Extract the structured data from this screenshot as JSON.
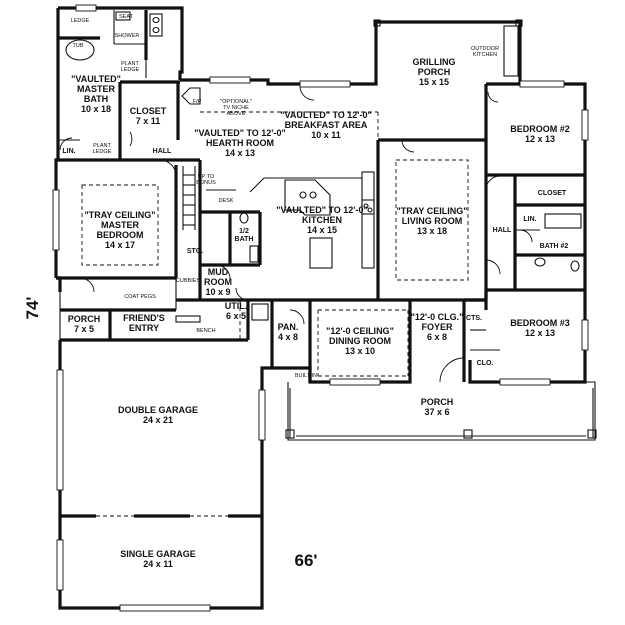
{
  "rooms": [
    {
      "id": "ledge-top",
      "name": "LEDGE",
      "lines": [
        "LEDGE"
      ],
      "cls": "xs"
    },
    {
      "id": "seat",
      "lines": [
        "SEAT"
      ],
      "cls": "xs"
    },
    {
      "id": "shower",
      "lines": [
        "SHOWER"
      ],
      "cls": "xs"
    },
    {
      "id": "tub",
      "lines": [
        "TUB"
      ],
      "cls": "xs"
    },
    {
      "id": "plant-ledge-1",
      "lines": [
        "PLANT",
        "LEDGE"
      ],
      "cls": "xs"
    },
    {
      "id": "master-bath",
      "lines": [
        "\"VAULTED\"",
        "MASTER",
        "BATH",
        "10 x 18"
      ]
    },
    {
      "id": "closet-master",
      "lines": [
        "CLOSET",
        "7 x 11"
      ]
    },
    {
      "id": "lin-1",
      "lines": [
        "LIN."
      ],
      "cls": "sm"
    },
    {
      "id": "plant-ledge-2",
      "lines": [
        "PLANT",
        "LEDGE"
      ],
      "cls": "xs"
    },
    {
      "id": "hall-1",
      "lines": [
        "HALL"
      ],
      "cls": "sm"
    },
    {
      "id": "fp",
      "lines": [
        "F/P"
      ],
      "cls": "xs"
    },
    {
      "id": "tv-niche",
      "lines": [
        "\"OPTIONAL\"",
        "TV NICHE",
        "ABOVE"
      ],
      "cls": "xs"
    },
    {
      "id": "hearth-room",
      "lines": [
        "\"VAULTED\" TO 12'-0\"",
        "HEARTH ROOM",
        "14 x 13"
      ]
    },
    {
      "id": "breakfast-area",
      "lines": [
        "\"VAULTED\" TO 12'-0\"",
        "BREAKFAST AREA",
        "10 x 11"
      ]
    },
    {
      "id": "grilling-porch",
      "lines": [
        "GRILLING",
        "PORCH",
        "15 x 15"
      ]
    },
    {
      "id": "outdoor-kitchen",
      "lines": [
        "OUTDOOR",
        "KITCHEN"
      ],
      "cls": "xs"
    },
    {
      "id": "bedroom-2",
      "lines": [
        "BEDROOM #2",
        "12 x 13"
      ]
    },
    {
      "id": "up-to-bonus",
      "lines": [
        "UP TO",
        "BONUS"
      ],
      "cls": "xs"
    },
    {
      "id": "desk",
      "lines": [
        "DESK"
      ],
      "cls": "xs"
    },
    {
      "id": "master-bedroom",
      "lines": [
        "\"TRAY CEILING\"",
        "MASTER",
        "BEDROOM",
        "14 x 17"
      ]
    },
    {
      "id": "kitchen",
      "lines": [
        "\"VAULTED\" TO 12'-0\"",
        "KITCHEN",
        "14 x 15"
      ]
    },
    {
      "id": "living-room",
      "lines": [
        "\"TRAY CEILING\"",
        "LIVING ROOM",
        "13 x 18"
      ]
    },
    {
      "id": "closet-2",
      "lines": [
        "CLOSET"
      ],
      "cls": "sm"
    },
    {
      "id": "lin-2",
      "lines": [
        "LIN."
      ],
      "cls": "sm"
    },
    {
      "id": "hall-2",
      "lines": [
        "HALL"
      ],
      "cls": "sm"
    },
    {
      "id": "bath-2",
      "lines": [
        "BATH #2"
      ],
      "cls": "sm"
    },
    {
      "id": "sto",
      "lines": [
        "STO."
      ],
      "cls": "sm"
    },
    {
      "id": "half-bath",
      "lines": [
        "1/2",
        "BATH"
      ],
      "cls": "sm"
    },
    {
      "id": "cubbies",
      "lines": [
        "CUBBIES"
      ],
      "cls": "xs"
    },
    {
      "id": "mud-room",
      "lines": [
        "MUD",
        "ROOM",
        "10 x 9"
      ]
    },
    {
      "id": "util",
      "lines": [
        "UTIL.",
        "6 x 5"
      ]
    },
    {
      "id": "coat-pegs",
      "lines": [
        "COAT PEGS"
      ],
      "cls": "xs"
    },
    {
      "id": "porch-side",
      "lines": [
        "PORCH",
        "7 x 5"
      ]
    },
    {
      "id": "friends-entry",
      "lines": [
        "FRIEND'S",
        "ENTRY"
      ]
    },
    {
      "id": "bench",
      "lines": [
        "BENCH"
      ],
      "cls": "xs"
    },
    {
      "id": "pan",
      "lines": [
        "PAN.",
        "4 x 8"
      ]
    },
    {
      "id": "dining-room",
      "lines": [
        "\"12'-0 CEILING\"",
        "DINING ROOM",
        "13 x 10"
      ]
    },
    {
      "id": "foyer",
      "lines": [
        "\"12'-0 CLG.\"",
        "FOYER",
        "6 x 8"
      ]
    },
    {
      "id": "cts",
      "lines": [
        "CTS."
      ],
      "cls": "sm"
    },
    {
      "id": "bedroom-3",
      "lines": [
        "BEDROOM #3",
        "12 x 13"
      ]
    },
    {
      "id": "clo",
      "lines": [
        "CLO."
      ],
      "cls": "sm"
    },
    {
      "id": "built-in",
      "lines": [
        "BUILT-IN"
      ],
      "cls": "xs"
    },
    {
      "id": "porch-front",
      "lines": [
        "PORCH",
        "37 x 6"
      ]
    },
    {
      "id": "double-garage",
      "lines": [
        "DOUBLE GARAGE",
        "24 x 21"
      ]
    },
    {
      "id": "single-garage",
      "lines": [
        "SINGLE GARAGE",
        "24 x 11"
      ]
    }
  ],
  "dimensions": {
    "height": "74'",
    "width": "66'"
  }
}
